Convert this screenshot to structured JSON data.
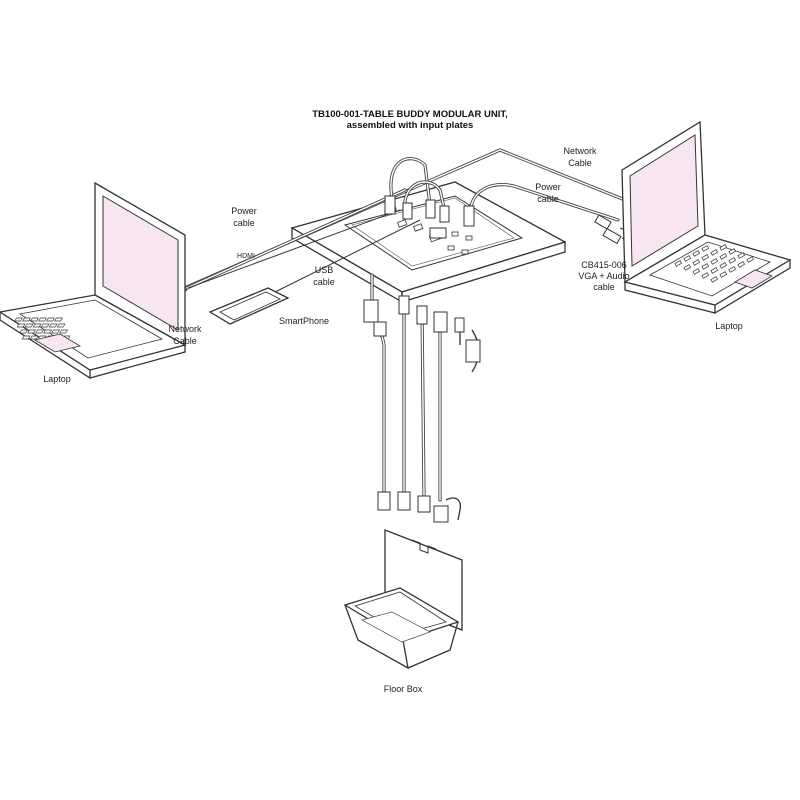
{
  "title": {
    "line1": "TB100-001-TABLE BUDDY  MODULAR UNIT,",
    "line2": "assembled with input plates"
  },
  "labels": {
    "power_cable_left": [
      "Power",
      "cable"
    ],
    "hdmi": "HDMI",
    "usb_cable": [
      "USB",
      "cable"
    ],
    "smartphone": "SmartPhone",
    "network_cable_left": [
      "Network",
      "Cable"
    ],
    "laptop_left": "Laptop",
    "network_cable_right": [
      "Network",
      "Cable"
    ],
    "power_cable_right": [
      "Power",
      "cable"
    ],
    "vga_audio_cable": [
      "CB415-006",
      "VGA + Audio",
      "cable"
    ],
    "laptop_right": "Laptop",
    "floor_box": "Floor Box"
  },
  "colors": {
    "screen_fill": "#f7e6f1",
    "line": "#333333",
    "table_fill": "#ffffff"
  }
}
